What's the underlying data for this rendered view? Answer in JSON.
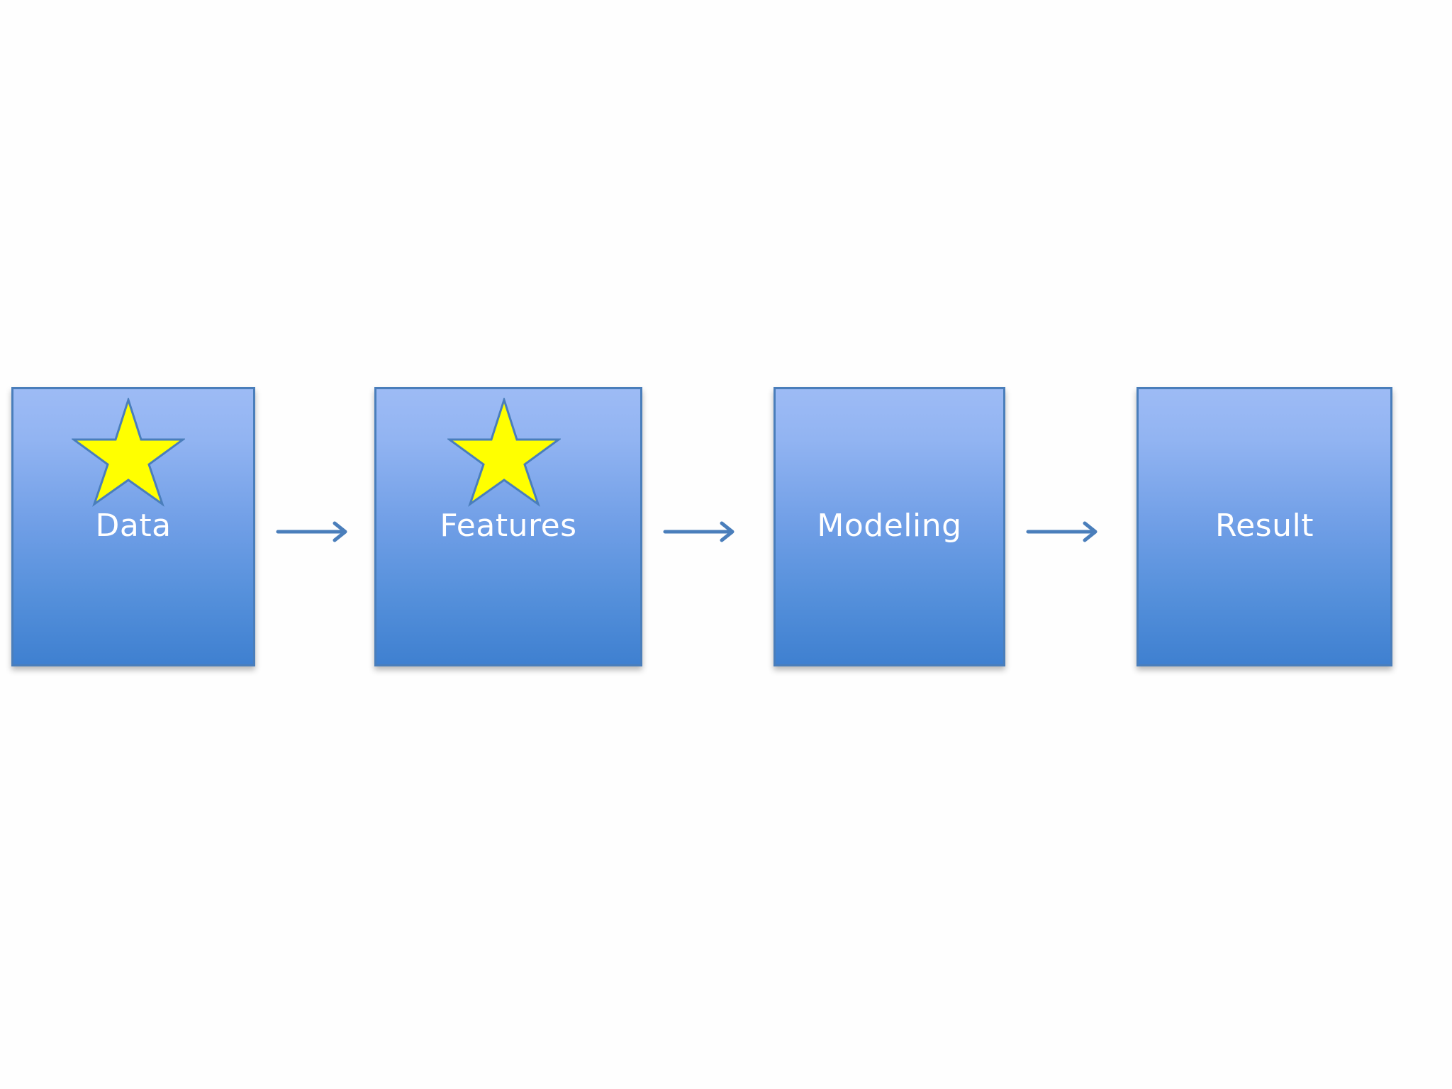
{
  "diagram": {
    "steps": [
      {
        "label": "Data",
        "starred": true
      },
      {
        "label": "Features",
        "starred": true
      },
      {
        "label": "Modeling",
        "starred": false
      },
      {
        "label": "Result",
        "starred": false
      }
    ],
    "colors": {
      "box_top": "#9dbbf5",
      "box_bottom": "#3f80d0",
      "box_border": "#4a7ebb",
      "label_text": "#ffffff",
      "star_fill": "#ffff00",
      "star_stroke": "#4a7ebb",
      "arrow": "#4a7ebb"
    },
    "icons": [
      "star-icon",
      "arrow-right-icon"
    ]
  }
}
